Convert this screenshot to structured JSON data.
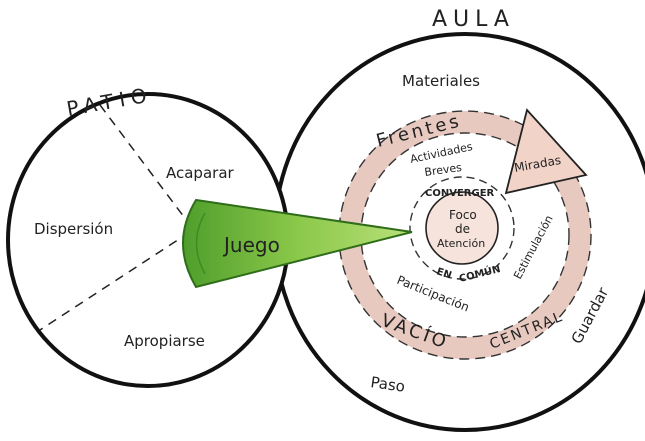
{
  "diagram": {
    "patio": {
      "title": "PATIO",
      "zones": [
        "Acaparar",
        "Dispersión",
        "Apropiarse"
      ]
    },
    "aula": {
      "title": "AULA",
      "outer_labels": [
        "Materiales",
        "Paso",
        "Guardar"
      ],
      "ring_labels": {
        "frentes": "Frentes",
        "miradas": "Miradas",
        "estimulacion": "Estimulación",
        "actividades": "Actividades",
        "breves": "Breves",
        "participacion": "Participación",
        "vacio": "VACÍO",
        "central": "CENTRAL"
      },
      "center": {
        "converger": "CONVERGER",
        "en": "EN",
        "comun": "COMÚN",
        "foco_line1": "Foco",
        "foco_line2": "de",
        "foco_line3": "Atención"
      }
    },
    "wedge_label": "Juego",
    "colors": {
      "wedge_green": "#7fc241",
      "wedge_dark": "#3f8a23",
      "ring_pink": "#e8c9c0",
      "triangle_fill": "#f2d3c8",
      "ink": "#111111"
    }
  }
}
